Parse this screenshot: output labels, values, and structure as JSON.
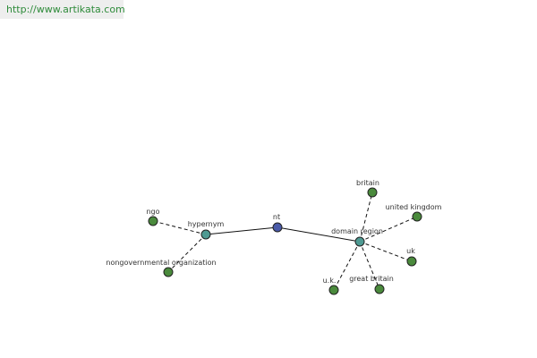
{
  "header": {
    "source_link": "http://www.artikata.com"
  },
  "colors": {
    "center_node": "#4a5aa8",
    "relation_node": "#4e9a92",
    "leaf_node": "#4a8a3c",
    "link_text": "#2e8b3a"
  },
  "graph": {
    "nodes": [
      {
        "id": "nt",
        "label": "nt",
        "kind": "center"
      },
      {
        "id": "hypernym",
        "label": "hypernym",
        "kind": "relation"
      },
      {
        "id": "domain-region",
        "label": "domain region",
        "kind": "relation"
      },
      {
        "id": "ngo",
        "label": "ngo",
        "kind": "leaf"
      },
      {
        "id": "nongovernmental-organization",
        "label": "nongovernmental organization",
        "kind": "leaf"
      },
      {
        "id": "britain",
        "label": "britain",
        "kind": "leaf"
      },
      {
        "id": "united-kingdom",
        "label": "united kingdom",
        "kind": "leaf"
      },
      {
        "id": "uk",
        "label": "uk",
        "kind": "leaf"
      },
      {
        "id": "great-britain",
        "label": "great britain",
        "kind": "leaf"
      },
      {
        "id": "u-k",
        "label": "u.k.",
        "kind": "leaf"
      }
    ],
    "edges": [
      {
        "from": "nt",
        "to": "hypernym",
        "style": "solid"
      },
      {
        "from": "nt",
        "to": "domain-region",
        "style": "solid"
      },
      {
        "from": "hypernym",
        "to": "ngo",
        "style": "dashed"
      },
      {
        "from": "hypernym",
        "to": "nongovernmental-organization",
        "style": "dashed"
      },
      {
        "from": "domain-region",
        "to": "britain",
        "style": "dashed"
      },
      {
        "from": "domain-region",
        "to": "united-kingdom",
        "style": "dashed"
      },
      {
        "from": "domain-region",
        "to": "uk",
        "style": "dashed"
      },
      {
        "from": "domain-region",
        "to": "great-britain",
        "style": "dashed"
      },
      {
        "from": "domain-region",
        "to": "u-k",
        "style": "dashed"
      }
    ]
  }
}
